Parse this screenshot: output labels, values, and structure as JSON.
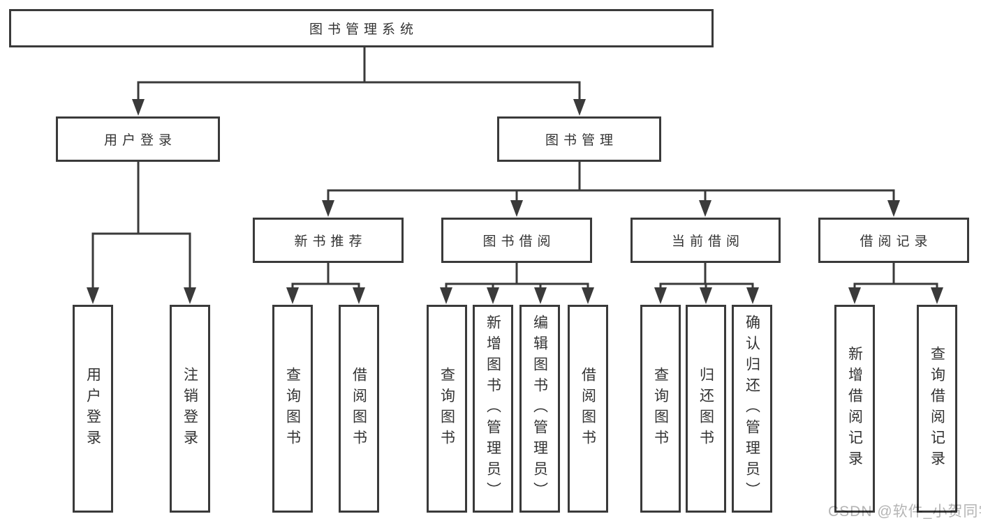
{
  "title": "图书管理系统",
  "watermark": {
    "text": "CSDN @软件_小贺同学"
  },
  "colors": {
    "background": "#ffffff",
    "box_border": "#3a3a3a",
    "line": "#3a3a3a",
    "text": "#333333",
    "watermark": "#b4b4b4"
  },
  "nodes": {
    "root": {
      "label": "图书管理系统"
    },
    "l2": [
      {
        "label": "用户登录"
      },
      {
        "label": "图书管理"
      }
    ],
    "l3": [
      {
        "label": "新书推荐"
      },
      {
        "label": "图书借阅"
      },
      {
        "label": "当前借阅"
      },
      {
        "label": "借阅记录"
      }
    ],
    "leaves": [
      {
        "parent": "用户登录",
        "label": "用户登录"
      },
      {
        "parent": "用户登录",
        "label": "注销登录"
      },
      {
        "parent": "新书推荐",
        "label": "查询图书"
      },
      {
        "parent": "新书推荐",
        "label": "借阅图书"
      },
      {
        "parent": "图书借阅",
        "label": "查询图书"
      },
      {
        "parent": "图书借阅",
        "label": "新增图书（管理员）"
      },
      {
        "parent": "图书借阅",
        "label": "编辑图书（管理员）"
      },
      {
        "parent": "图书借阅",
        "label": "借阅图书"
      },
      {
        "parent": "当前借阅",
        "label": "查询图书"
      },
      {
        "parent": "当前借阅",
        "label": "归还图书"
      },
      {
        "parent": "当前借阅",
        "label": "确认归还（管理员）"
      },
      {
        "parent": "借阅记录",
        "label": "新增借阅记录"
      },
      {
        "parent": "借阅记录",
        "label": "查询借阅记录"
      }
    ]
  },
  "structure": {
    "图书管理系统": [
      "用户登录",
      "图书管理"
    ],
    "用户登录": [
      "用户登录",
      "注销登录"
    ],
    "图书管理": [
      "新书推荐",
      "图书借阅",
      "当前借阅",
      "借阅记录"
    ],
    "新书推荐": [
      "查询图书",
      "借阅图书"
    ],
    "图书借阅": [
      "查询图书",
      "新增图书（管理员）",
      "编辑图书（管理员）",
      "借阅图书"
    ],
    "当前借阅": [
      "查询图书",
      "归还图书",
      "确认归还（管理员）"
    ],
    "借阅记录": [
      "新增借阅记录",
      "查询借阅记录"
    ]
  }
}
